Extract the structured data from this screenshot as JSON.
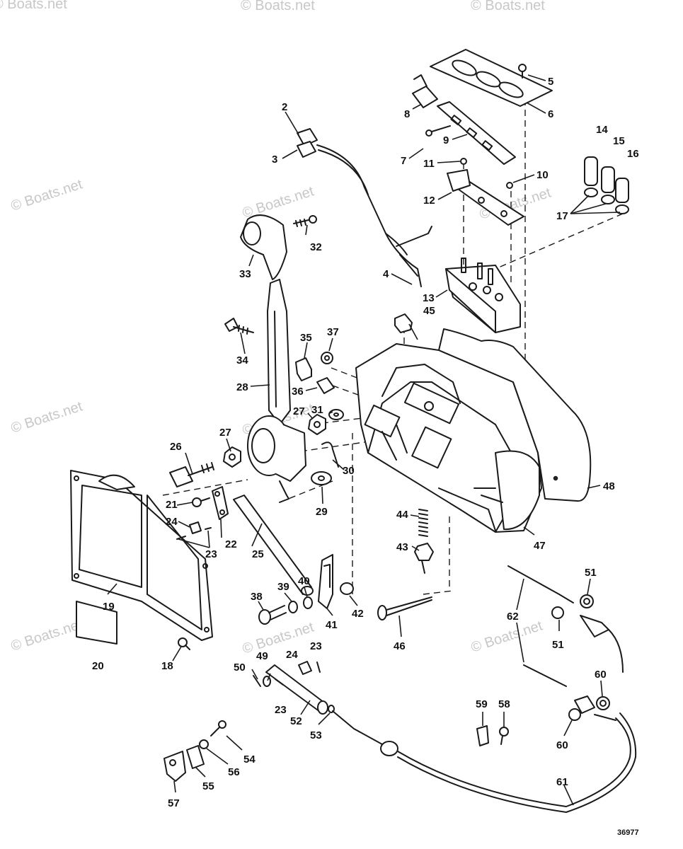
{
  "diagram": {
    "watermark_text": "© Boats.net",
    "drawing_number": "36977",
    "callouts": [
      {
        "id": "c2",
        "label": "2"
      },
      {
        "id": "c3",
        "label": "3"
      },
      {
        "id": "c4",
        "label": "4"
      },
      {
        "id": "c5",
        "label": "5"
      },
      {
        "id": "c6",
        "label": "6"
      },
      {
        "id": "c7",
        "label": "7"
      },
      {
        "id": "c8",
        "label": "8"
      },
      {
        "id": "c9",
        "label": "9"
      },
      {
        "id": "c10",
        "label": "10"
      },
      {
        "id": "c11",
        "label": "11"
      },
      {
        "id": "c12",
        "label": "12"
      },
      {
        "id": "c13",
        "label": "13"
      },
      {
        "id": "c14",
        "label": "14"
      },
      {
        "id": "c15",
        "label": "15"
      },
      {
        "id": "c16",
        "label": "16"
      },
      {
        "id": "c17",
        "label": "17"
      },
      {
        "id": "c18",
        "label": "18"
      },
      {
        "id": "c19",
        "label": "19"
      },
      {
        "id": "c20",
        "label": "20"
      },
      {
        "id": "c21",
        "label": "21"
      },
      {
        "id": "c22",
        "label": "22"
      },
      {
        "id": "c23a",
        "label": "23"
      },
      {
        "id": "c23b",
        "label": "23"
      },
      {
        "id": "c23c",
        "label": "23"
      },
      {
        "id": "c24a",
        "label": "24"
      },
      {
        "id": "c24b",
        "label": "24"
      },
      {
        "id": "c25",
        "label": "25"
      },
      {
        "id": "c26",
        "label": "26"
      },
      {
        "id": "c27a",
        "label": "27"
      },
      {
        "id": "c27b",
        "label": "27"
      },
      {
        "id": "c28",
        "label": "28"
      },
      {
        "id": "c29",
        "label": "29"
      },
      {
        "id": "c30",
        "label": "30"
      },
      {
        "id": "c31",
        "label": "31"
      },
      {
        "id": "c32",
        "label": "32"
      },
      {
        "id": "c33",
        "label": "33"
      },
      {
        "id": "c34",
        "label": "34"
      },
      {
        "id": "c35",
        "label": "35"
      },
      {
        "id": "c36",
        "label": "36"
      },
      {
        "id": "c37",
        "label": "37"
      },
      {
        "id": "c38",
        "label": "38"
      },
      {
        "id": "c39",
        "label": "39"
      },
      {
        "id": "c40",
        "label": "40"
      },
      {
        "id": "c41",
        "label": "41"
      },
      {
        "id": "c42",
        "label": "42"
      },
      {
        "id": "c43",
        "label": "43"
      },
      {
        "id": "c44",
        "label": "44"
      },
      {
        "id": "c45",
        "label": "45"
      },
      {
        "id": "c46",
        "label": "46"
      },
      {
        "id": "c47",
        "label": "47"
      },
      {
        "id": "c48",
        "label": "48"
      },
      {
        "id": "c49",
        "label": "49"
      },
      {
        "id": "c50",
        "label": "50"
      },
      {
        "id": "c51a",
        "label": "51"
      },
      {
        "id": "c51b",
        "label": "51"
      },
      {
        "id": "c52",
        "label": "52"
      },
      {
        "id": "c53",
        "label": "53"
      },
      {
        "id": "c54",
        "label": "54"
      },
      {
        "id": "c55",
        "label": "55"
      },
      {
        "id": "c56",
        "label": "56"
      },
      {
        "id": "c57",
        "label": "57"
      },
      {
        "id": "c58",
        "label": "58"
      },
      {
        "id": "c59",
        "label": "59"
      },
      {
        "id": "c60a",
        "label": "60"
      },
      {
        "id": "c60b",
        "label": "60"
      },
      {
        "id": "c61",
        "label": "61"
      },
      {
        "id": "c62",
        "label": "62"
      }
    ]
  }
}
